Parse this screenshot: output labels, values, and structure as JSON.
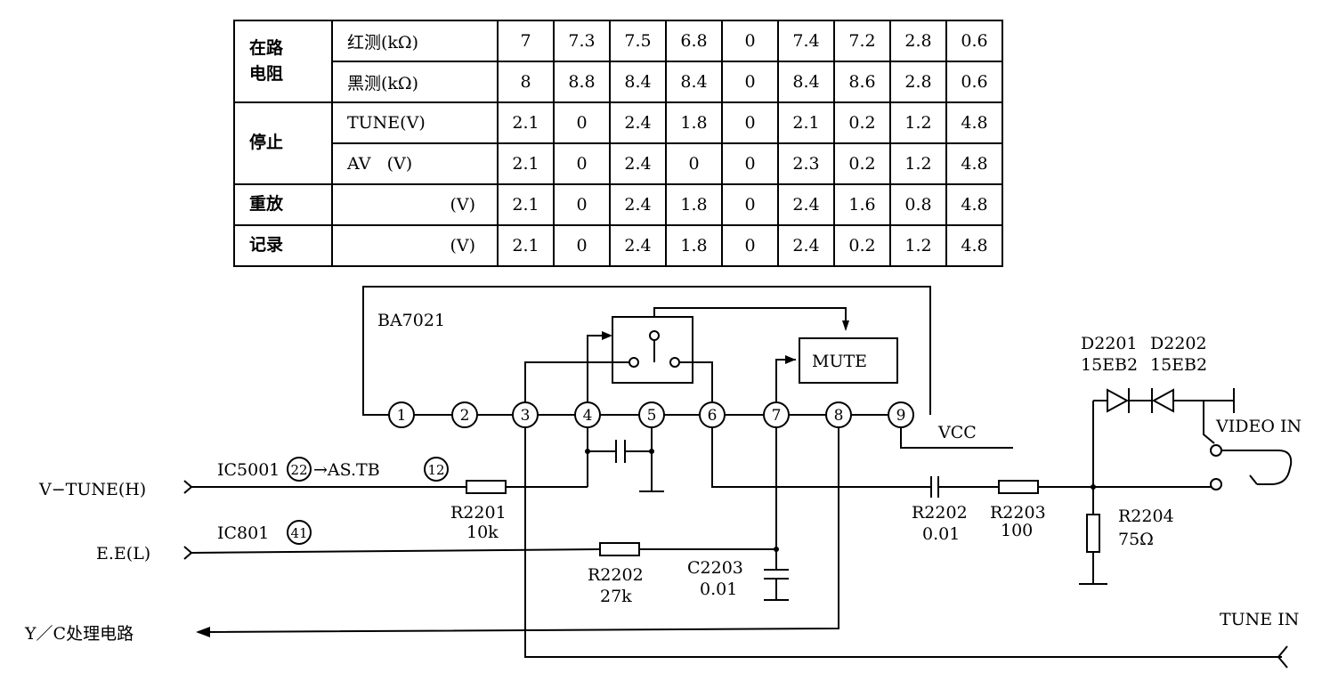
{
  "table": {
    "groups": [
      {
        "label": "在路\n电阻",
        "rows": [
          {
            "sub": "红测(kΩ)",
            "values": [
              "7",
              "7.3",
              "7.5",
              "6.8",
              "0",
              "7.4",
              "7.2",
              "2.8",
              "0.6"
            ]
          },
          {
            "sub": "黑测(kΩ)",
            "values": [
              "8",
              "8.8",
              "8.4",
              "8.4",
              "0",
              "8.4",
              "8.6",
              "2.8",
              "0.6"
            ]
          }
        ]
      },
      {
        "label": "停止",
        "rows": [
          {
            "sub": "TUNE(V)",
            "values": [
              "2.1",
              "0",
              "2.4",
              "1.8",
              "0",
              "2.1",
              "0.2",
              "1.2",
              "4.8"
            ]
          },
          {
            "sub": "AV   (V)",
            "values": [
              "2.1",
              "0",
              "2.4",
              "0",
              "0",
              "2.3",
              "0.2",
              "1.2",
              "4.8"
            ]
          }
        ]
      },
      {
        "label": "重放",
        "unit": "(V)",
        "rows": [
          {
            "values": [
              "2.1",
              "0",
              "2.4",
              "1.8",
              "0",
              "2.4",
              "1.6",
              "0.8",
              "4.8"
            ]
          }
        ]
      },
      {
        "label": "记录",
        "unit": "(V)",
        "rows": [
          {
            "values": [
              "2.1",
              "0",
              "2.4",
              "1.8",
              "0",
              "2.4",
              "0.2",
              "1.2",
              "4.8"
            ]
          }
        ]
      }
    ]
  },
  "schematic": {
    "ic_name": "BA7021",
    "mute_label": "MUTE",
    "pins": [
      "1",
      "2",
      "3",
      "4",
      "5",
      "6",
      "7",
      "8",
      "9"
    ],
    "vcc_label": "VCC",
    "inputs": {
      "v_tune": "V−TUNE(H)",
      "ee": "E.E(L)",
      "yc_out": "Y／C处理电路",
      "tune_in": "TUNE IN",
      "video_in": "VIDEO IN"
    },
    "ic5001": {
      "name": "IC5001",
      "pin": "22",
      "arrow_text": "→AS.TB",
      "pin2": "12"
    },
    "ic801": {
      "name": "IC801",
      "pin": "41"
    },
    "components": {
      "r2201": {
        "ref": "R2201",
        "value": "10k"
      },
      "r2202_res": {
        "ref": "R2202",
        "value": "27k"
      },
      "c2203": {
        "ref": "C2203",
        "value": "0.01"
      },
      "c2202": {
        "ref": "R2202",
        "value": "0.01"
      },
      "r2203": {
        "ref": "R2203",
        "value": "100"
      },
      "r2204": {
        "ref": "R2204",
        "value": "75Ω"
      },
      "d2201": {
        "ref": "D2201",
        "value": "15EB2"
      },
      "d2202": {
        "ref": "D2202",
        "value": "15EB2"
      }
    }
  }
}
